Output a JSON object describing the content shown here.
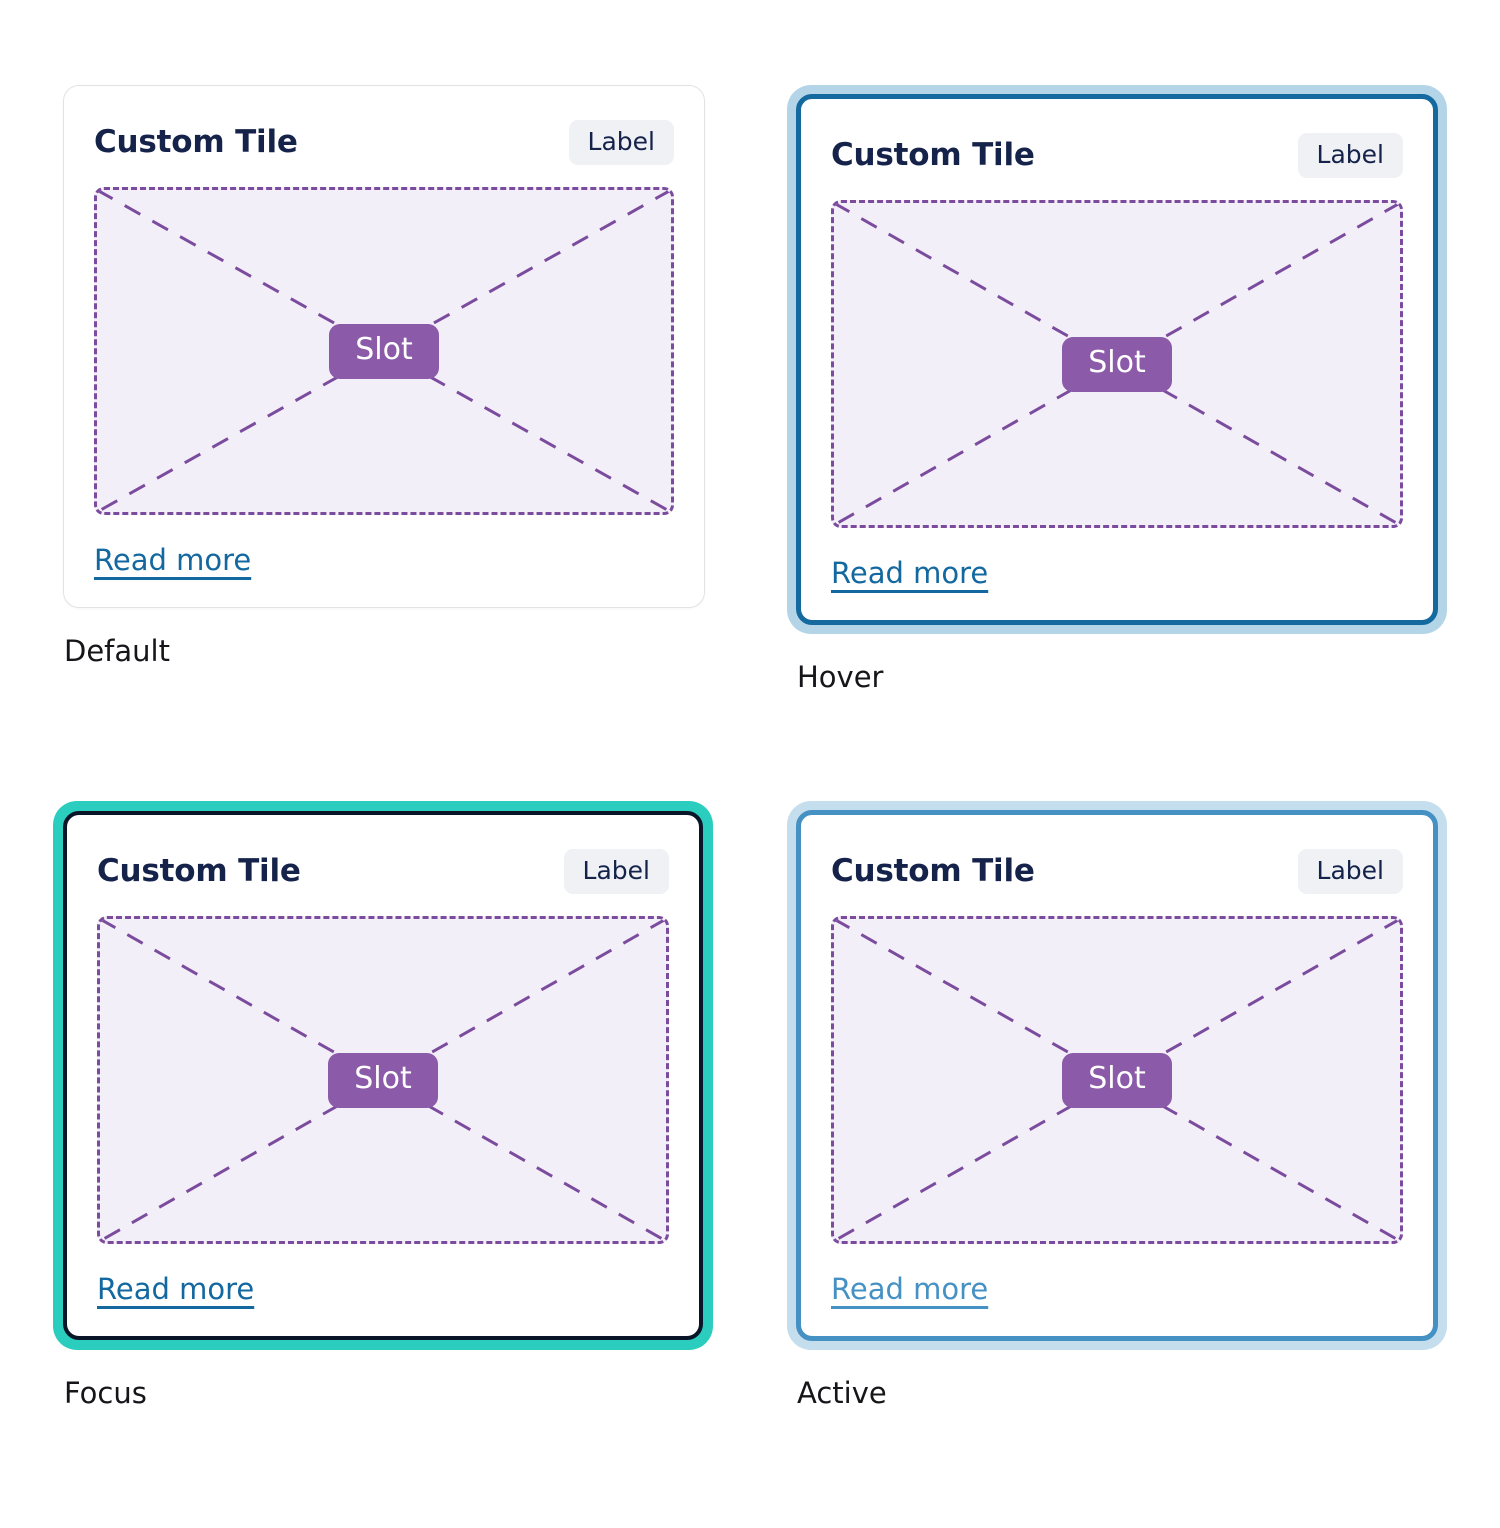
{
  "page": {
    "background": "#ffffff",
    "component": "Custom Tile"
  },
  "tokens": {
    "title_color": "#15224a",
    "badge_bg": "#eff1f5",
    "slot_fill": "#f3eff8",
    "slot_dash": "#7b4c9e",
    "slot_chip_bg": "#8b5aa8",
    "link_color": "#1468a0",
    "link_color_active": "#4691c4",
    "default_border": "#e1e3e6",
    "hover_ring": "#b4d5e7",
    "hover_border": "#14699e",
    "focus_ring": "#2bcebe",
    "focus_border": "#0a1628",
    "active_ring": "#c4deee",
    "active_border": "#4691c4"
  },
  "states": [
    {
      "id": "default",
      "caption": "Default",
      "title": "Custom Tile",
      "badge": "Label",
      "slot_label": "Slot",
      "link": "Read more"
    },
    {
      "id": "hover",
      "caption": "Hover",
      "title": "Custom Tile",
      "badge": "Label",
      "slot_label": "Slot",
      "link": "Read more"
    },
    {
      "id": "focus",
      "caption": "Focus",
      "title": "Custom Tile",
      "badge": "Label",
      "slot_label": "Slot",
      "link": "Read more"
    },
    {
      "id": "active",
      "caption": "Active",
      "title": "Custom Tile",
      "badge": "Label",
      "slot_label": "Slot",
      "link": "Read more"
    }
  ]
}
